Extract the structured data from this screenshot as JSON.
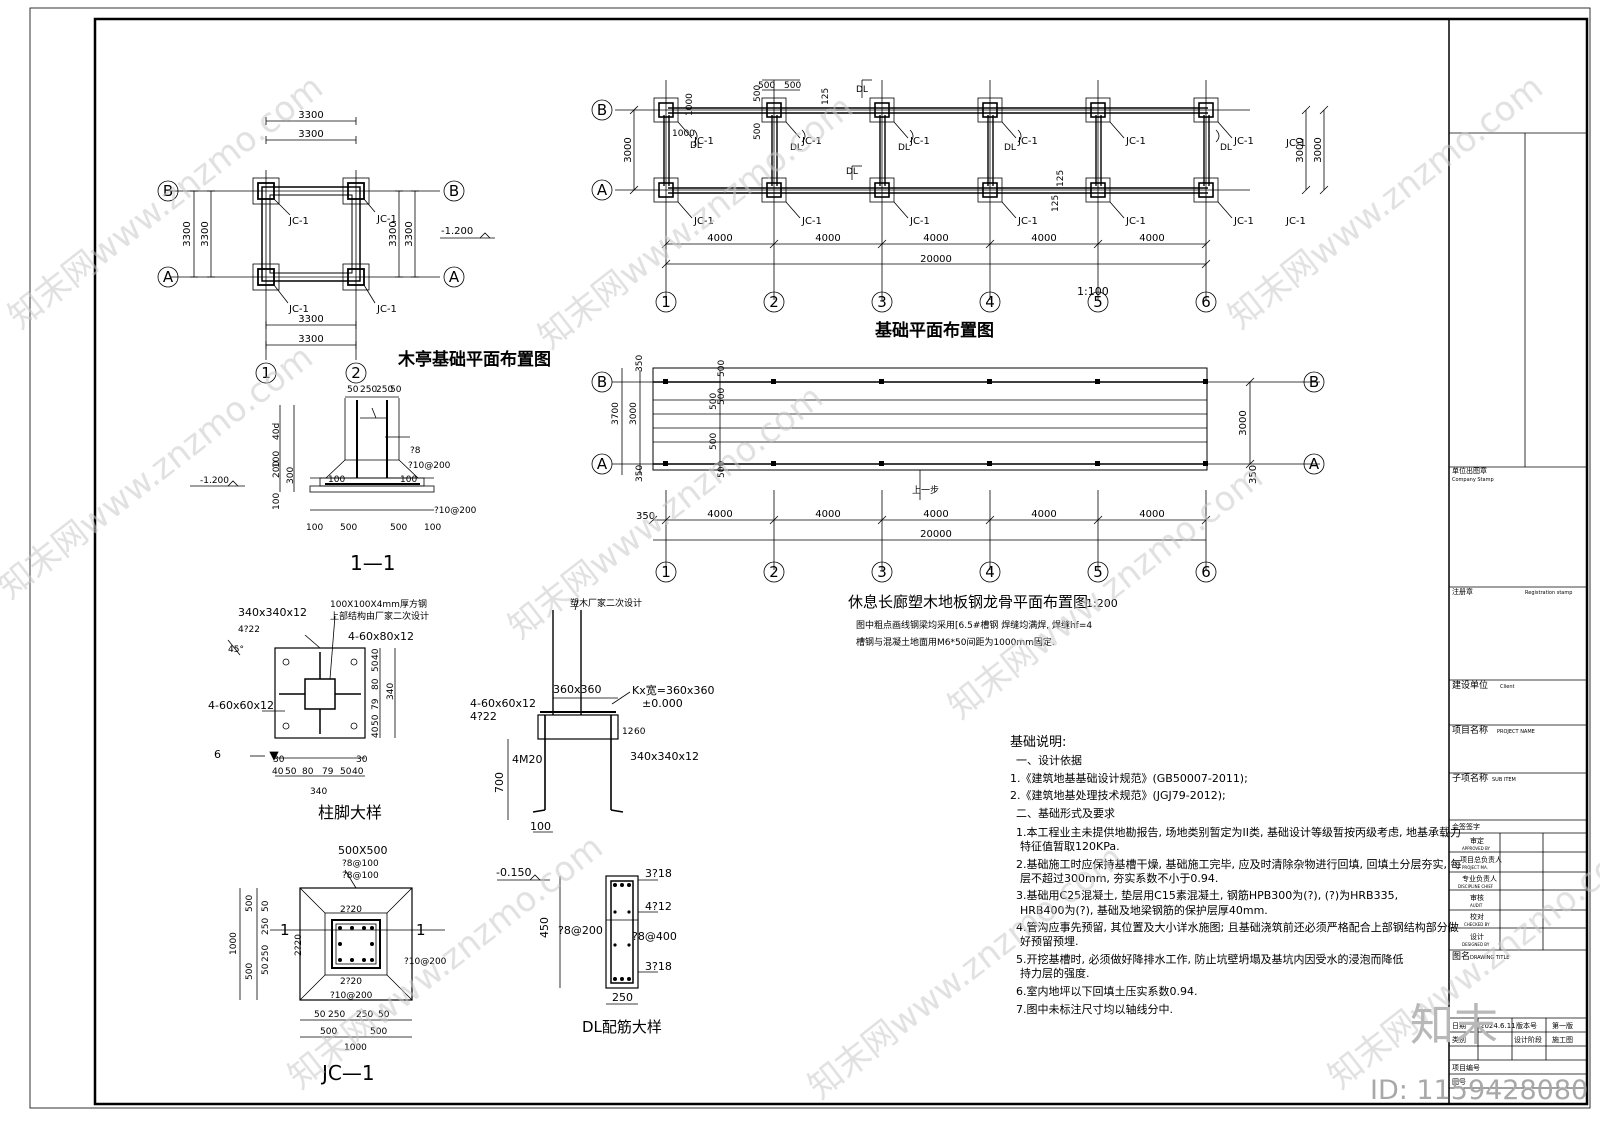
{
  "watermark": {
    "text": "知末网www.znzmo.com",
    "logo": "知末",
    "id_label": "ID: 1159428080"
  },
  "pavilion": {
    "title": "木亭基础平面布置图",
    "dims": [
      "3300",
      "3300",
      "3300",
      "3300",
      "3300",
      "3300"
    ],
    "elev": "-1.200",
    "jc_labels": [
      "JC-1",
      "JC-1",
      "JC-1",
      "JC-1"
    ],
    "axes_letters": [
      "B",
      "A",
      "B",
      "A"
    ],
    "axes_numbers": [
      "1",
      "2"
    ]
  },
  "foundation_plan": {
    "title": "基础平面布置图",
    "scale": "1:100",
    "top_dims": [
      "500",
      "500",
      "500",
      "125",
      "1000",
      "500",
      "1000",
      "125",
      "125"
    ],
    "spans": [
      "4000",
      "4000",
      "4000",
      "4000",
      "4000"
    ],
    "total": "20000",
    "side": [
      "3000",
      "3000",
      "3000"
    ],
    "dl": "DL",
    "jc": "JC-1",
    "axes_letters": [
      "B",
      "A"
    ],
    "axes_numbers": [
      "1",
      "2",
      "3",
      "4",
      "5",
      "6"
    ]
  },
  "deck_plan": {
    "title": "休息长廊塑木地板钢龙骨平面布置图",
    "scale": "1:200",
    "note1": "图中粗点画线钢梁均采用[6.5#槽钢  焊缝均满焊, 焊缝hf=4",
    "note2": "槽钢与混凝土地面用M6*50间距为1000mm固定.",
    "left_dims": [
      "350",
      "3700",
      "3000",
      "350"
    ],
    "inner_dims": [
      "500",
      "500",
      "500",
      "500",
      "500"
    ],
    "right_dims": [
      "3000",
      "350"
    ],
    "start": "350",
    "spans": [
      "4000",
      "4000",
      "4000",
      "4000",
      "4000"
    ],
    "total": "20000",
    "step": "上一步",
    "axes_letters": [
      "B",
      "A",
      "B",
      "A"
    ],
    "axes_numbers": [
      "1",
      "2",
      "3",
      "4",
      "5",
      "6"
    ]
  },
  "section11": {
    "title": "1—1",
    "top": [
      "50",
      "250",
      "250",
      "50"
    ],
    "vert": [
      "40d",
      "100",
      "200",
      "300",
      "100"
    ],
    "bars": [
      "?8",
      "?10@200",
      "?10@200"
    ],
    "elev": "-1.200",
    "bottom": [
      "100",
      "500",
      "500",
      "100"
    ],
    "side": [
      "100",
      "100"
    ]
  },
  "column_base": {
    "title": "柱脚大样",
    "plate": "340x340x12",
    "bolts": "4?22",
    "tube": "100X100X4mm厚方钢",
    "tube2": "上部结构由厂家二次设计",
    "stiff1": "4-60x80x12",
    "stiff2": "4-60x60x12",
    "angle": "45°",
    "six": "6",
    "right_dims": [
      "40",
      "50",
      "80",
      "79",
      "50",
      "40"
    ],
    "total": "340",
    "bottom_dims": [
      "40",
      "50",
      "80",
      "79",
      "50",
      "40"
    ],
    "bottom_total": "340",
    "small": [
      "30",
      "30"
    ]
  },
  "column_section": {
    "top_note": "塑木厂家二次设计",
    "plate": "360x360",
    "kx": "Kx宽=360x360",
    "elev": "±0.000",
    "stiff": "4-60x60x12",
    "bolts": "4?22",
    "plate2": "340x340x12",
    "bolt_len": "4M20",
    "depth": "700",
    "hook": "100",
    "dims": [
      "12",
      "60"
    ]
  },
  "jc1": {
    "title": "JC—1",
    "top": "500X500",
    "bars_top": [
      "?8@100",
      "?8@100"
    ],
    "b1": "2?20",
    "b2": "2?20",
    "b3": "2?20",
    "b4": "?10@200",
    "b5": "?10@200",
    "left_dims": [
      "500",
      "50",
      "250",
      "250",
      "50",
      "500",
      "1000"
    ],
    "bottom": [
      "50",
      "250",
      "250",
      "50"
    ],
    "bottom2": [
      "500",
      "500"
    ],
    "total": "1000",
    "cut": "1"
  },
  "dl_detail": {
    "title": "DL配筋大样",
    "elev": "-0.150",
    "top": "3?18",
    "mid": "4?12",
    "bot": "3?18",
    "stir1": "?8@200",
    "stir2": "?8@400",
    "h": "450",
    "w": "250"
  },
  "notes": {
    "heading": "基础说明:",
    "s1": "一、设计依据",
    "l1": "1.《建筑地基基础设计规范》(GB50007-2011);",
    "l2": "2.《建筑地基处理技术规范》(JGJ79-2012);",
    "s2": "二、基础形式及要求",
    "p1a": "1.本工程业主未提供地勘报告, 场地类别暂定为II类, 基础设计等级暂按丙级考虑, 地基承载力",
    "p1b": "特征值暂取120KPa.",
    "p2a": "2.基础施工时应保持基槽干燥, 基础施工完毕, 应及时清除杂物进行回填, 回填土分层夯实, 每",
    "p2b": "层不超过300mm, 夯实系数不小于0.94.",
    "p3a": "3.基础用C25混凝土, 垫层用C15素混凝土, 钢筋HPB300为(?), (?)为HRB335,",
    "p3b": "HRB400为(?), 基础及地梁钢筋的保护层厚40mm.",
    "p4a": "4.管沟应事先预留, 其位置及大小详水施图; 且基础浇筑前还必须严格配合上部钢结构部分做",
    "p4b": "好预留预埋.",
    "p5a": "5.开挖基槽时, 必须做好降排水工作, 防止坑壁坍塌及基坑内因受水的浸泡而降低",
    "p5b": "持力层的强度.",
    "p6": "6.室内地坪以下回填土压实系数0.94.",
    "p7": "7.图中未标注尺寸均以轴线分中."
  },
  "title_block": {
    "unit": "单位出图章",
    "unit_en": "Company Stamp",
    "reg": "注册章",
    "reg_en": "Registration stamp",
    "client": "建设单位",
    "client_en": "Client",
    "project": "项目名称",
    "project_en": "PROJECT NAME",
    "sub": "子项名称",
    "sub_en": "SUB ITEM",
    "sign": "会签签字",
    "approved": "审定",
    "approved_en": "APPROVED BY",
    "pm": "项目总负责人",
    "pm_en": "PROJECT MA.",
    "prof": "专业负责人",
    "prof_en": "DISCIPLINE CHIEF",
    "audit": "审核",
    "audit_en": "AUDIT",
    "check": "校对",
    "check_en": "CHECKED BY",
    "design": "设计",
    "design_en": "DESIGNED BY",
    "drawing": "图名",
    "drawing_en": "DRAWING TITLE",
    "date": "日期",
    "date_val": "2024.6.11",
    "ver": "版本号",
    "ver_val": "第一版",
    "cat": "类别",
    "phase": "设计阶段",
    "phase_val": "施工图",
    "pno": "项目编号",
    "dno": "图号"
  }
}
